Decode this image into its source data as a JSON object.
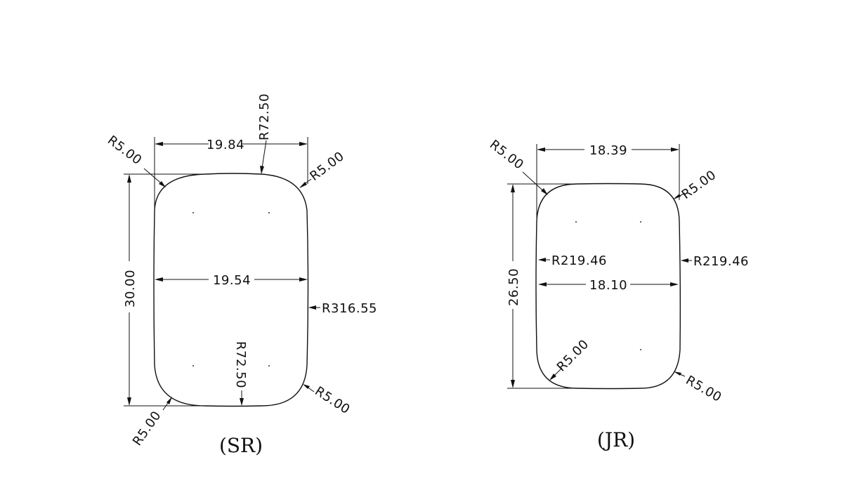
{
  "sr": {
    "caption": "(SR)",
    "top_width": "19.84",
    "mid_width": "19.54",
    "height": "30.00",
    "top_radius": "R72.50",
    "bottom_radius": "R72.50",
    "side_radius": "R316.55",
    "corner_tl": "R5.00",
    "corner_tr": "R5.00",
    "corner_bl": "R5.00",
    "corner_br": "R5.00"
  },
  "jr": {
    "caption": "(JR)",
    "top_width": "18.39",
    "mid_width": "18.10",
    "height": "26.50",
    "side_radius_left": "R219.46",
    "side_radius_right": "R219.46",
    "corner_tl": "R5.00",
    "corner_tr": "R5.00",
    "corner_bl": "R5.00",
    "corner_br": "R5.00"
  }
}
